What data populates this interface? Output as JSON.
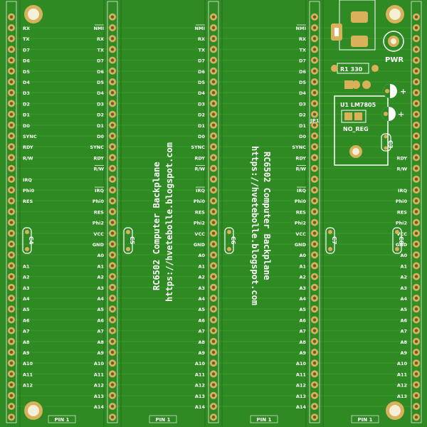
{
  "colors": {
    "board": "#2f8a23",
    "trace": "#2a7a1f",
    "pad": "#d8b15a",
    "pad_hole": "#6b5a2e",
    "silk": "#ffffff",
    "trace_light": "#3aa02b"
  },
  "left_labels": [
    "NMI",
    "RX",
    "TX",
    "D7",
    "D6",
    "D5",
    "D4",
    "D3",
    "D2",
    "D1",
    "D0",
    "SYNC",
    "RDY",
    "R/W",
    "",
    "IRQ",
    "Phi0",
    "RES",
    "Phi2",
    "VCC",
    "GND",
    "A0",
    "A1",
    "A2",
    "A3",
    "A4",
    "A5",
    "A6",
    "A7",
    "A8",
    "A9",
    "A10",
    "A11",
    "A12",
    "A13",
    "A14"
  ],
  "strip_labels": [
    "NMI",
    "RX",
    "TX",
    "D7",
    "D6",
    "D5",
    "D4",
    "D3",
    "D2",
    "D1",
    "D0",
    "SYNC",
    "RDY",
    "R/W",
    "",
    "IRQ",
    "Phi0",
    "RES",
    "Phi2",
    "VCC",
    "GND",
    "A0",
    "A1",
    "A2",
    "A3",
    "A4",
    "A5",
    "A6",
    "A7",
    "A8",
    "A9",
    "A10",
    "A11",
    "A12",
    "A13",
    "A14"
  ],
  "right_labels": [
    "",
    "",
    "",
    "",
    "",
    "",
    "",
    "",
    "",
    "",
    "",
    "",
    "RDY",
    "R/W",
    "",
    "IRQ",
    "Phi0",
    "RES",
    "Phi2",
    "VCC",
    "GND",
    "A0",
    "A1",
    "A2",
    "A3",
    "A4",
    "A5",
    "A6",
    "A7",
    "A8",
    "A9",
    "A10",
    "A11",
    "A12",
    "A13",
    ""
  ],
  "left_strip_labels": [
    "RX",
    "TX",
    "D7",
    "D6",
    "D5",
    "D4",
    "D3",
    "D2",
    "D1",
    "D0",
    "SYNC",
    "RDY",
    "R/W",
    "",
    "IRQ",
    "Phi0",
    "RES",
    "",
    "",
    "",
    "",
    "",
    "A1",
    "A2",
    "A3",
    "A4",
    "A5",
    "A6",
    "A7",
    "A8",
    "A9",
    "A10",
    "A11",
    "A12",
    "",
    ""
  ],
  "title": "RC6502 Computer Backplane",
  "url": "https://hvetebolle.blogspot.com",
  "pin1_label": "PIN 1",
  "capacitors": [
    "C4",
    "C5",
    "C6",
    "C7",
    "C8"
  ],
  "c3_label": "C3",
  "power": {
    "resistor_label": "R1 330",
    "regulator_label": "U1  LM7805",
    "no_reg_label": "NO_REG",
    "pwr_label": "PWR",
    "jp_label": "JP1",
    "plus": "+"
  }
}
